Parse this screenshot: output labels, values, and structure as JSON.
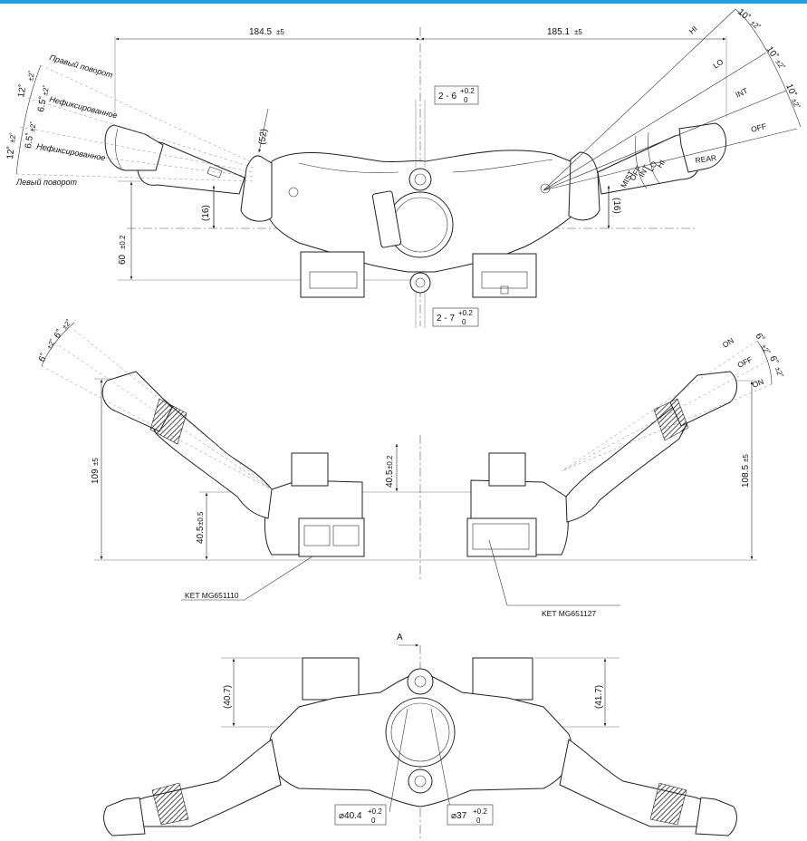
{
  "colors": {
    "accent_bar": "#1da1e6",
    "line": "#222222",
    "background": "#ffffff"
  },
  "top_view": {
    "dims": {
      "left_width": "184.5",
      "left_width_tol": "±5",
      "right_width": "185.1",
      "right_width_tol": "±5",
      "height_60": "60",
      "height_60_tol": "±0.2",
      "left_angle": "(52)",
      "left_stub": "(16)",
      "right_stub": "(16)",
      "slot_top": "2 - 6",
      "slot_top_tol_up": "+0.2",
      "slot_top_tol_down": "0",
      "slot_bottom": "2 - 7",
      "slot_bottom_tol_up": "+0.2",
      "slot_bottom_tol_down": "0"
    },
    "left_angles": [
      "12˚",
      "6.5˚",
      "6.5˚",
      "12˚"
    ],
    "left_angle_tol": "±2˚",
    "left_labels": {
      "right_turn": "Правый поворот",
      "unfixed_1": "Нефиксированное",
      "unfixed_2": "Нефиксированное",
      "left_turn": "Левый поворот"
    },
    "right_angles": [
      "10˚",
      "10˚",
      "10˚"
    ],
    "right_angle_tol": "±2˚",
    "right_positions": [
      "HI",
      "LO",
      "INT",
      "OFF"
    ],
    "right_stalk_text": [
      "MIST",
      "OFF",
      "INT",
      "LO",
      "HI",
      "REAR"
    ]
  },
  "front_view": {
    "dims": {
      "left_height": "109",
      "left_height_tol": "±5",
      "right_height": "108.5",
      "right_height_tol": "±5",
      "mid_upper": "40.5",
      "mid_upper_tol": "±0.2",
      "mid_lower": "40.5",
      "mid_lower_tol": "±0.5"
    },
    "left_angles": [
      "6˚",
      "6˚"
    ],
    "left_angle_tol": "±2˚",
    "right_angles": [
      "6˚",
      "6˚"
    ],
    "right_angle_tol": "±2˚",
    "right_positions": [
      "ON",
      "OFF",
      "ON"
    ],
    "connector_left": "KET MG651110",
    "connector_right": "KET MG651127"
  },
  "bottom_view": {
    "section_mark": "A",
    "dims": {
      "left_height": "(40.7)",
      "right_height": "(41.7)",
      "dia_left": "⌀40.4",
      "dia_left_tol_up": "+0.2",
      "dia_left_tol_down": "0",
      "dia_right": "⌀37",
      "dia_right_tol_up": "+0.2",
      "dia_right_tol_down": "0"
    }
  }
}
